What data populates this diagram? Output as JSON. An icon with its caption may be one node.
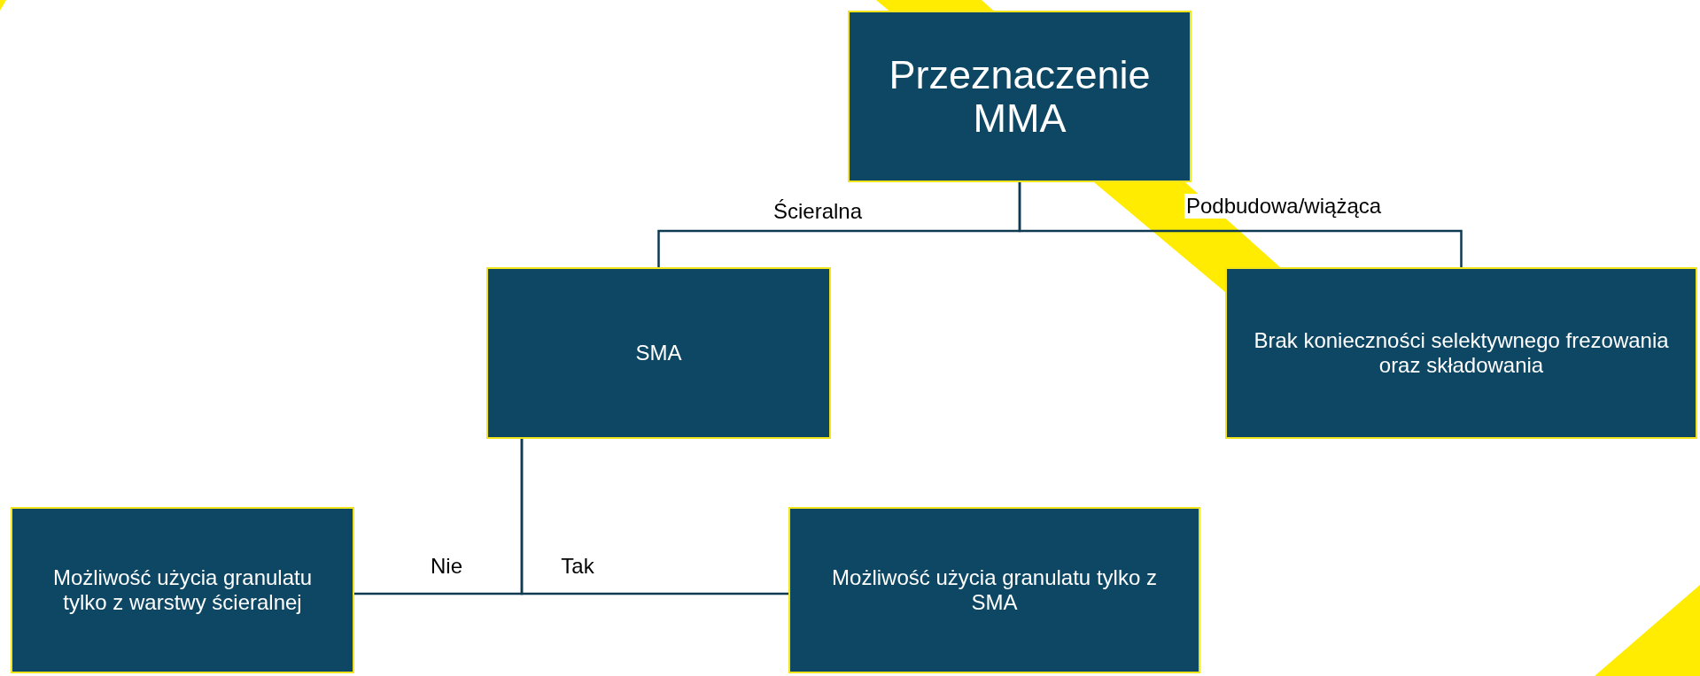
{
  "diagram": {
    "nodes": [
      {
        "text": [
          "Przeznaczenie MMA"
        ]
      },
      {
        "text": [
          "SMA"
        ]
      },
      {
        "text": [
          "Brak konieczności selektywnego frezowania oraz składowania"
        ]
      },
      {
        "text": [
          "Możliwość użycia granulatu tylko z warstwy ścieralnej"
        ]
      },
      {
        "text": [
          "Możliwość użycia granulatu tylko z SMA"
        ]
      }
    ],
    "edges": [
      {
        "from": 0,
        "to": 1,
        "arrow": "none",
        "label": "Ścieralna"
      },
      {
        "from": 0,
        "to": 2,
        "arrow": "none",
        "label": "Podbudowa/wiążąca"
      },
      {
        "from": 1,
        "to": 3,
        "arrow": "none",
        "label": "Nie"
      },
      {
        "from": 1,
        "to": 4,
        "arrow": "none",
        "label": "Tak"
      }
    ]
  }
}
